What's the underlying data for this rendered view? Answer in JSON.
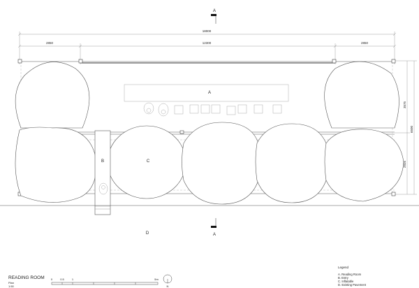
{
  "title": "READING ROOM",
  "subtitle": "Plan",
  "scale": "1:50",
  "section_marker": "A",
  "dimensions": {
    "overall": "18000",
    "left_bay": "2850",
    "center": "12300",
    "right_bay": "2850",
    "height_total": "6500",
    "height_top": "3575",
    "height_bottom": "2925"
  },
  "zones": {
    "a": "A",
    "b": "B",
    "c": "C",
    "d": "D"
  },
  "scale_bar": {
    "labels": [
      "0",
      "0.5",
      "1",
      "5m"
    ]
  },
  "north": "N",
  "legend": {
    "title": "Legend",
    "items": [
      "A. Reading Room",
      "B. Entry",
      "C. Inflatable",
      "D. Existing Pavement"
    ]
  }
}
